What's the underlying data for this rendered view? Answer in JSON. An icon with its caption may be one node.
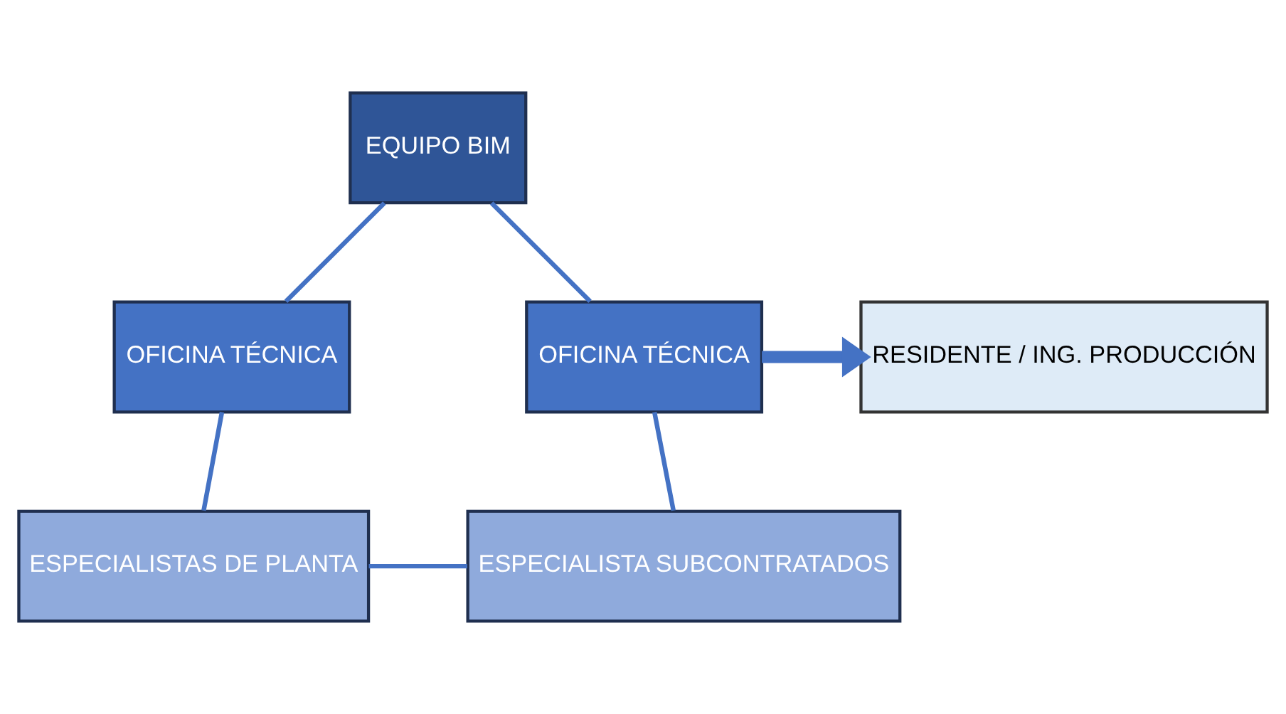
{
  "diagram": {
    "nodes": [
      {
        "text": [
          "EQUIPO BIM"
        ]
      },
      {
        "text": [
          "OFICINA TÉCNICA"
        ]
      },
      {
        "text": [
          "OFICINA TÉCNICA"
        ]
      },
      {
        "text": [
          "RESIDENTE / ING. PRODUCCIÓN"
        ]
      },
      {
        "text": [
          "ESPECIALISTA SUBCONTRATADOS"
        ]
      },
      {
        "text": [
          "ESPECIALISTAS DE PLANTA"
        ]
      }
    ],
    "edges": [
      {
        "from": 0,
        "to": 2,
        "arrow": "none"
      },
      {
        "from": 2,
        "to": 5,
        "arrow": "none"
      },
      {
        "from": 5,
        "to": 4,
        "arrow": "none"
      },
      {
        "from": 4,
        "to": 1,
        "arrow": "none"
      },
      {
        "from": 1,
        "to": 0,
        "arrow": "none"
      },
      {
        "from": 1,
        "to": 3,
        "arrow": "to",
        "style": "thick"
      }
    ]
  }
}
